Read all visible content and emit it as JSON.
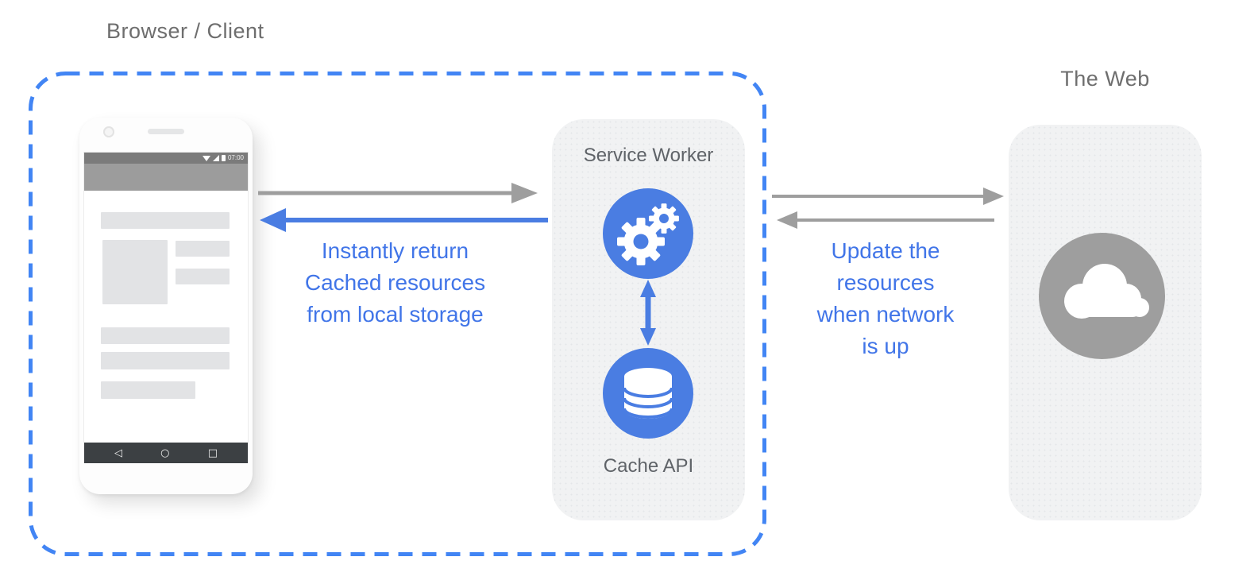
{
  "colors": {
    "accent_blue": "#4285F4",
    "circle_blue": "#4A7DE2",
    "arrow_blue": "#4A7DE2",
    "text_blue": "#4175E8",
    "arrow_gray": "#9E9E9E",
    "web_circle_gray": "#9E9E9E"
  },
  "header": {
    "browser_client": "Browser / Client",
    "the_web": "The Web"
  },
  "sw_panel": {
    "title": "Service Worker",
    "cache_label": "Cache API"
  },
  "annotations": {
    "instant": [
      "Instantly return",
      "Cached resources",
      "from local storage"
    ],
    "update": [
      "Update the",
      "resources",
      "when network",
      "is up"
    ]
  },
  "phone": {
    "status_time": "07:00"
  }
}
